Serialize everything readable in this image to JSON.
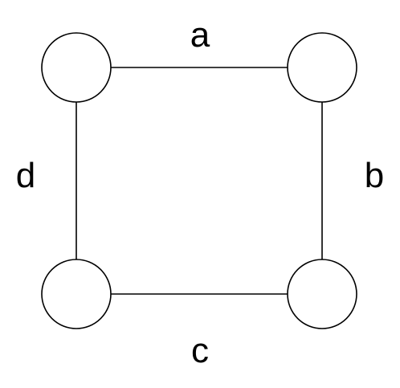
{
  "graph": {
    "nodes": [
      {
        "id": "top-left"
      },
      {
        "id": "top-right"
      },
      {
        "id": "bottom-right"
      },
      {
        "id": "bottom-left"
      }
    ],
    "edges": [
      {
        "from": "top-left",
        "to": "top-right",
        "label": "a"
      },
      {
        "from": "top-right",
        "to": "bottom-right",
        "label": "b"
      },
      {
        "from": "bottom-left",
        "to": "bottom-right",
        "label": "c"
      },
      {
        "from": "top-left",
        "to": "bottom-left",
        "label": "d"
      }
    ]
  }
}
